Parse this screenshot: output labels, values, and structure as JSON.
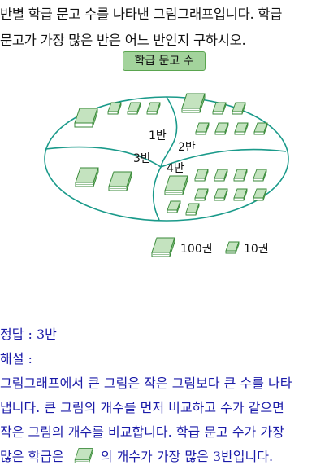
{
  "question": {
    "line1": "반별 학급 문고 수를 나타낸 그림그래프입니다. 학급",
    "line2": "문고가 가장 많은 반은 어느 반인지 구하시오."
  },
  "graph": {
    "title": "학급 문고 수",
    "classes": [
      "1반",
      "2반",
      "3반",
      "4반"
    ],
    "legend_big": "100권",
    "legend_small": "10권"
  },
  "chart_data": {
    "type": "pictograph",
    "title": "학급 문고 수",
    "categories": [
      "1반",
      "2반",
      "3반",
      "4반"
    ],
    "series": [
      {
        "name": "100권",
        "values": [
          1,
          1,
          2,
          1
        ]
      },
      {
        "name": "10권",
        "values": [
          3,
          6,
          0,
          10
        ]
      }
    ],
    "colors": {
      "book_fill": "#c4e3bf",
      "book_stroke": "#3a8a3a",
      "ellipse": "#1a9a8a",
      "title_bg": "#a3d39c"
    }
  },
  "answer": {
    "line1": "정답 : 3반",
    "line2": "해설 :",
    "line3": "그림그래프에서 큰 그림은 작은 그림보다 큰 수를 나타",
    "line4": "냅니다. 큰 그림의 개수를 먼저 비교하고 수가 같으면",
    "line5": "작은 그림의 개수를 비교합니다. 학급 문고 수가 가장",
    "line6_pre": "많은 학급은",
    "line6_post": "의 개수가 가장 많은 3반입니다."
  },
  "icons": {
    "big_book": "book-stack-large-icon",
    "small_book": "book-stack-small-icon"
  }
}
